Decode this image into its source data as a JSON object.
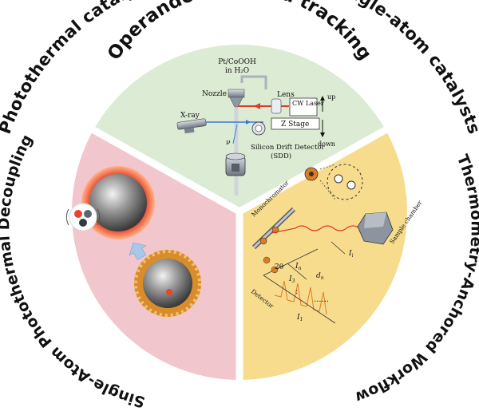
{
  "title_arc": "Photothermal catalysis with noble-metal single-atom catalysts",
  "sections": {
    "top": {
      "title": "Operando or in situ tracking",
      "color": "#dcebd3",
      "labels": {
        "sample": "Pt/CoOOH",
        "solvent": "in H₂O",
        "nozzle": "Nozzle",
        "lens": "Lens",
        "laser": "CW Laser",
        "zstage": "Z Stage",
        "up": "up",
        "down": "down",
        "xray": "X-ray",
        "nu": "ν",
        "detector": "Silicon Drift Detector",
        "detector_abbr": "(SDD)"
      }
    },
    "left": {
      "title": "Single-Atom Photothermal Decoupling",
      "color": "#f1c6cc"
    },
    "right": {
      "title": "Thermometry-Anchored Workflow",
      "color": "#f7dc8e",
      "labels": {
        "mono": "Monochromator",
        "chamber": "Sample chamber",
        "detector": "Detector",
        "two_theta": "2θ",
        "in": "I",
        "in_sub": "n",
        "i3": "I",
        "i3_sub": "3",
        "i1": "I",
        "i1_sub": "1",
        "dn": "d",
        "dn_sub": "n",
        "ii": "I",
        "ii_sub": "i",
        "dots1": ":",
        "dots2": "......"
      }
    }
  },
  "colors": {
    "divider": "#ffffff",
    "text": "#111111",
    "laser_beam": "#e0392b",
    "xray_beam": "#3b7bd8",
    "heat_glow": "#e8452a",
    "arrow": "#a8c8e8"
  }
}
